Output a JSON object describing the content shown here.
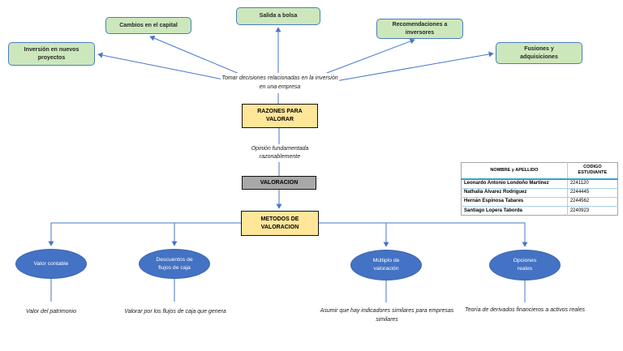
{
  "diagram": {
    "top_nodes": [
      {
        "label": "Inversión en nuevos proyectos"
      },
      {
        "label": "Cambios en el capital"
      },
      {
        "label": "Salida a bolsa"
      },
      {
        "label": "Recomendaciones a inversores"
      },
      {
        "label": "Fusiones y adquisiciones"
      }
    ],
    "annotations": {
      "decision": "Tomar decisiones relacionadas en la inversión en una empresa",
      "opinion": "Opinión fundamentada razonablemente"
    },
    "boxes": {
      "razones": "RAZONES PARA VALORAR",
      "valoracion": "VALORACION",
      "metodos": "METODOS DE VALORACION"
    },
    "methods": [
      {
        "label": "Valor contable",
        "caption": "Valor del patrimonio"
      },
      {
        "label": "Descuentos de flujos de caja",
        "caption": "Valorar por los flujos de caja que genera"
      },
      {
        "label": "Múltiplo de valoración",
        "caption": "Asumir que hay indicadores similares para empresas similares"
      },
      {
        "label": "Opciones reales",
        "caption": "Teoría de derivados financieros a activos reales"
      }
    ],
    "colors": {
      "connector_blue": "#4676c8",
      "green_fill": "#cde7bc",
      "green_border": "#4a7ebb",
      "yellow_fill": "#ffe699",
      "gray_fill": "#a8a8a8",
      "ellipse_blue": "#4472c4",
      "table_header_line": "#33a0da",
      "table_row_line": "#a8cfe8"
    }
  },
  "table": {
    "headers": [
      "NOMBRE y APELLIDO",
      "CODIGO ESTUDIANTE"
    ],
    "rows": [
      [
        "Leonardo Antonio Londoño Martínez",
        "2241120"
      ],
      [
        "Nathalia Álvarez Rodríguez",
        "2244445"
      ],
      [
        "Hernán Espinosa Tabares",
        "2244562"
      ],
      [
        "Santiago Lopera Taborda",
        "2240923"
      ]
    ]
  }
}
